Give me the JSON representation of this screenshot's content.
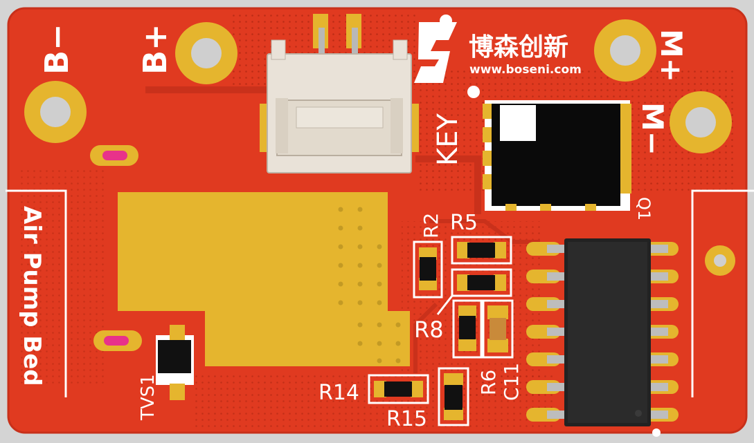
{
  "brand": {
    "name": "博森创新",
    "url": "www.boseni.com",
    "logo_letter": "S"
  },
  "labels": {
    "b_minus": "B−",
    "b_plus": "B+",
    "m_plus": "M+",
    "m_minus": "M−",
    "key": "KEY",
    "q1": "Q1",
    "board_name": "Air Pump Bed",
    "r2": "R2",
    "r5": "R5",
    "r8": "R8",
    "r6": "R6",
    "c11": "C11",
    "r14": "R14",
    "r15": "R15",
    "tvs1": "TVS1"
  },
  "colors": {
    "soldermask": "#e03a20",
    "copper": "#e5b52e",
    "silkscreen": "#ffffff",
    "ic_body": "#1c1c1c",
    "background": "#d4d4d4"
  }
}
